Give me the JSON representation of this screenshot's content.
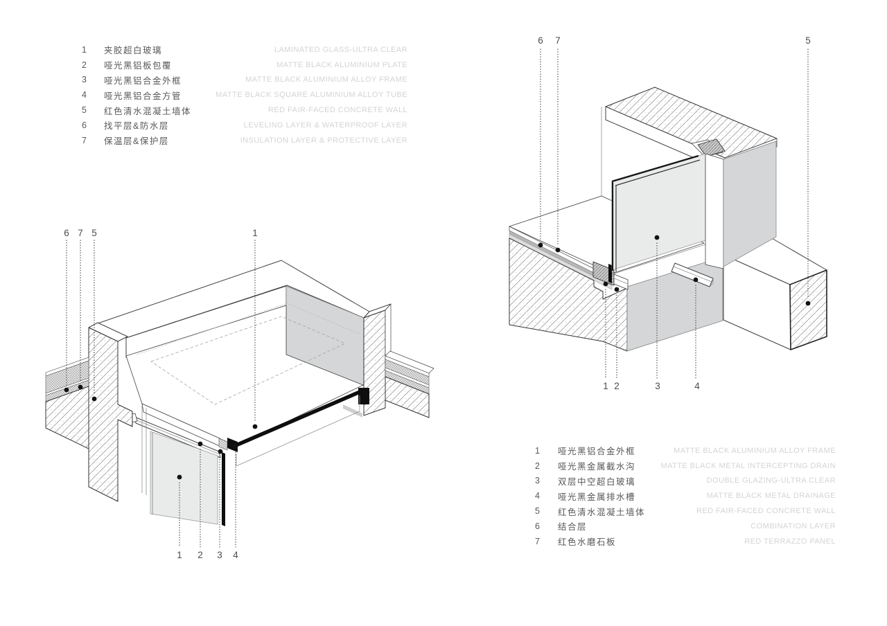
{
  "page": {
    "background": "#ffffff"
  },
  "colors": {
    "outline": "#3f3f3f",
    "hatch_line": "#9b9b9b",
    "gray_face": "#d5d6d7",
    "glass": "#e9eaea",
    "black_metal": "#0e0e0e",
    "legend_text_zh": "#57585a",
    "legend_text_en": "#d3d4d6",
    "callout_number": "#4c4c4c"
  },
  "legend_left": {
    "items": [
      {
        "num": "1",
        "zh": "夹胶超白玻璃",
        "en": "LAMINATED GLASS-ULTRA CLEAR"
      },
      {
        "num": "2",
        "zh": "哑光黑铝板包覆",
        "en": "MATTE BLACK ALUMINIUM PLATE"
      },
      {
        "num": "3",
        "zh": "哑光黑铝合金外框",
        "en": "MATTE BLACK ALUMINIUM ALLOY FRAME"
      },
      {
        "num": "4",
        "zh": "哑光黑铝合金方管",
        "en": "MATTE BLACK SQUARE ALUMINIUM ALLOY TUBE"
      },
      {
        "num": "5",
        "zh": "红色清水混凝土墙体",
        "en": "RED FAIR-FACED CONCRETE WALL"
      },
      {
        "num": "6",
        "zh": "找平层&防水层",
        "en": "LEVELING LAYER & WATERPROOF LAYER"
      },
      {
        "num": "7",
        "zh": "保温层&保护层",
        "en": "INSULATION LAYER & PROTECTIVE LAYER"
      }
    ]
  },
  "legend_right": {
    "items": [
      {
        "num": "1",
        "zh": "哑光黑铝合金外框",
        "en": "MATTE BLACK ALUMINIUM ALLOY FRAME"
      },
      {
        "num": "2",
        "zh": "哑光黑金属截水沟",
        "en": "MATTE BLACK METAL INTERCEPTING DRAIN"
      },
      {
        "num": "3",
        "zh": "双层中空超白玻璃",
        "en": "DOUBLE GLAZING-ULTRA CLEAR"
      },
      {
        "num": "4",
        "zh": "哑光黑金属排水槽",
        "en": "MATTE BLACK METAL DRAINAGE"
      },
      {
        "num": "5",
        "zh": "红色清水混凝土墙体",
        "en": "RED FAIR-FACED CONCRETE WALL"
      },
      {
        "num": "6",
        "zh": "结合层",
        "en": "COMBINATION LAYER"
      },
      {
        "num": "7",
        "zh": "红色水磨石板",
        "en": "RED TERRAZZO PANEL"
      }
    ]
  },
  "left_drawing": {
    "callouts": {
      "top": [
        "6",
        "7",
        "5",
        "1"
      ],
      "bottom": [
        "1",
        "2",
        "3",
        "4"
      ]
    }
  },
  "right_drawing": {
    "callouts": {
      "top": [
        "6",
        "7",
        "5"
      ],
      "bottom": [
        "1",
        "2",
        "3",
        "4"
      ]
    }
  }
}
